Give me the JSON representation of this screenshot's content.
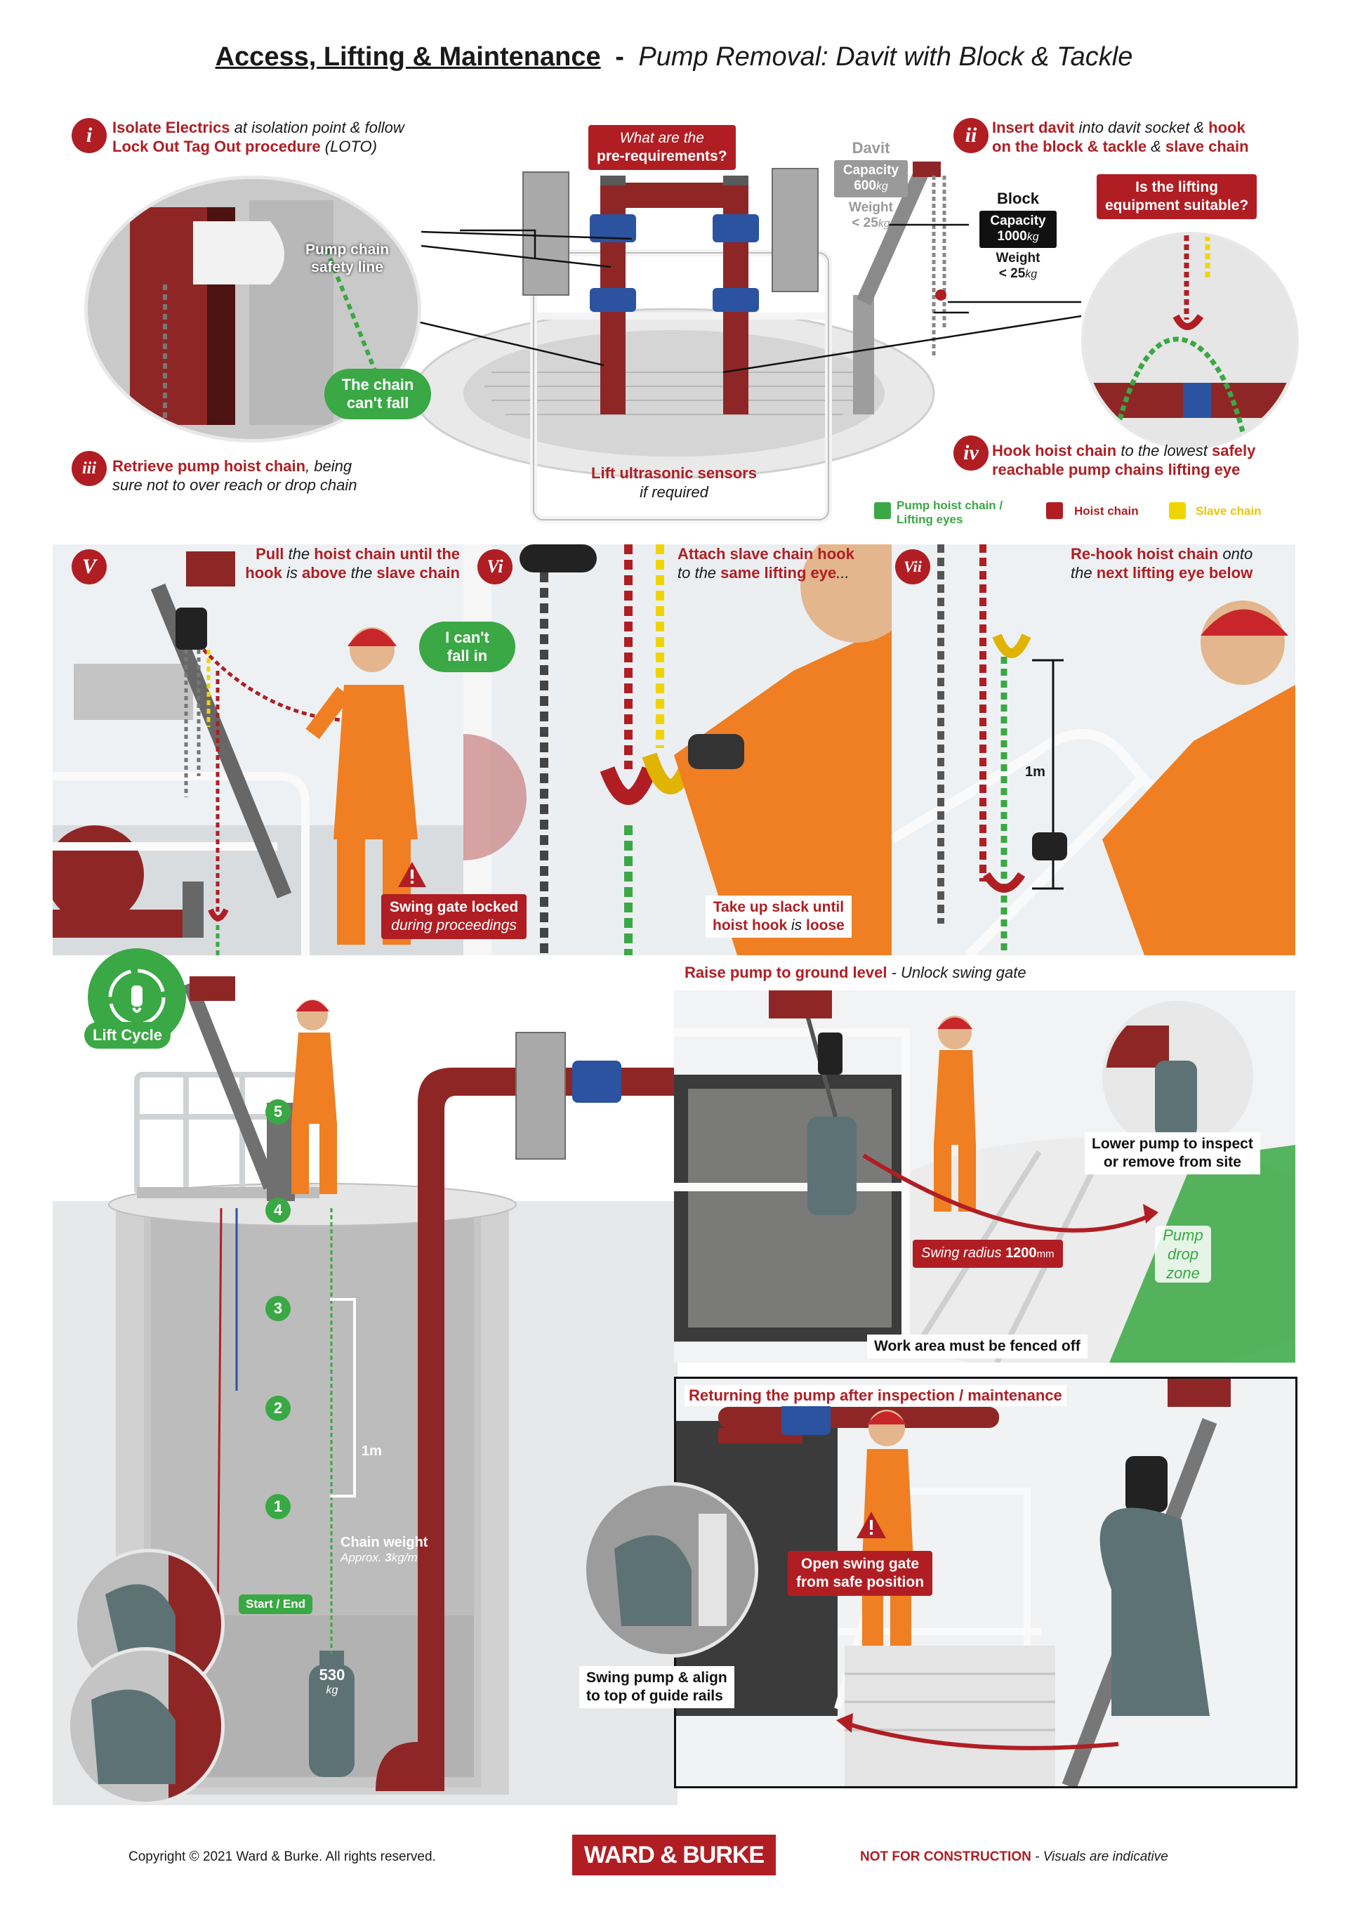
{
  "title": {
    "main": "Access, Lifting & Maintenance",
    "dash": "-",
    "sub": "Pump Removal: Davit with Block & Tackle"
  },
  "steps": {
    "i": {
      "badge": "i",
      "line1_red": "Isolate Electrics",
      "line1_rest": " at isolation point & follow",
      "line2_red": "Lock Out Tag Out procedure",
      "line2_rest": " (LOTO)"
    },
    "ii": {
      "badge": "ii",
      "line1_red": "Insert davit",
      "line1_mid": " into davit socket & ",
      "line1_red2": "hook",
      "line2_red": "on the block & tackle",
      "line2_mid": " & ",
      "line2_red2": "slave chain"
    },
    "iii": {
      "badge": "iii",
      "line1_red": "Retrieve pump hoist chain",
      "line1_rest": ", being",
      "line2": "sure not to over reach or drop chain"
    },
    "iv": {
      "badge": "iv",
      "line1_red": "Hook hoist chain",
      "line1_rest": " to the lowest ",
      "line1_red2": "safely",
      "line2_red": "reachable pump chains lifting eye"
    },
    "v": {
      "badge": "V",
      "line1_red": "Pull",
      "line1_mid": " the ",
      "line1_red2": "hoist chain until the",
      "line2_red": "hook",
      "line2_mid": " is ",
      "line2_red2": "above",
      "line2_mid2": " the ",
      "line2_red3": "slave chain"
    },
    "vi": {
      "badge": "Vi",
      "line1_red": "Attach slave chain hook",
      "line2_pre": "to the ",
      "line2_red": "same lifting eye",
      "line2_post": "..."
    },
    "vii": {
      "badge": "Vii",
      "line1_red": "Re-hook hoist chain",
      "line1_rest": " onto",
      "line2_pre": "the ",
      "line2_red": "next lifting eye below"
    }
  },
  "callouts": {
    "prereq_line1": "What are the",
    "prereq_line2": "pre-requirements?",
    "suitable_line1": "Is the lifting",
    "suitable_line2": "equipment suitable?",
    "davit_label": "Davit",
    "davit_capacity_label": "Capacity",
    "davit_capacity_num": "600",
    "davit_capacity_unit": "kg",
    "davit_weight_label": "Weight",
    "davit_weight_val": "< 25",
    "davit_weight_unit": "kg",
    "block_label": "Block",
    "block_capacity_label": "Capacity",
    "block_capacity_num": "1000",
    "block_capacity_unit": "kg",
    "block_weight_label": "Weight",
    "block_weight_val": "< 25",
    "block_weight_unit": "kg",
    "safety_line1": "Pump chain",
    "safety_line2": "safety line",
    "chain_cant_fall1": "The chain",
    "chain_cant_fall2": "can't fall",
    "sensors_line1": "Lift ultrasonic sensors",
    "sensors_line2": "if required",
    "i_cant_fall1": "I can't",
    "i_cant_fall2": "fall in",
    "swing_gate_line1": "Swing gate locked",
    "swing_gate_line2": "during proceedings",
    "slack_line1": "Take up slack until",
    "slack_line2_a": "hoist hook",
    "slack_line2_b": " is ",
    "slack_line2_c": "loose",
    "one_m_vii": "1m",
    "lift_cycle": "Lift Cycle",
    "one_m_main": "1m",
    "chain_weight_title": "Chain weight",
    "chain_weight_sub_a": "Approx.",
    "chain_weight_sub_num": "3",
    "chain_weight_sub_unit": "kg/m",
    "start_end": "Start / End",
    "pump_weight": "530",
    "pump_weight_unit": "kg",
    "raise_title": "Raise pump to ground level",
    "raise_rest": " - Unlock swing gate",
    "lower_pump_line1": "Lower pump to inspect",
    "lower_pump_line2": "or remove from site",
    "drop_zone1": "Pump",
    "drop_zone2": "drop",
    "drop_zone3": "zone",
    "swing_radius_a": "Swing radius ",
    "swing_radius_num": "1200",
    "swing_radius_unit": "mm",
    "fenced": "Work area must be fenced off",
    "returning_title": "Returning the pump after inspection / maintenance",
    "open_gate1": "Open swing gate",
    "open_gate2": "from safe position",
    "swing_align1": "Swing pump & align",
    "swing_align2": "to top of guide rails"
  },
  "legend": {
    "pump_chain_line1": "Pump hoist chain /",
    "pump_chain_line2": "Lifting eyes",
    "hoist_chain": "Hoist chain",
    "slave_chain": "Slave chain",
    "colors": {
      "green": "#3aa844",
      "red": "#b01e23",
      "yellow": "#f0d400"
    }
  },
  "lift_positions": [
    "5",
    "4",
    "3",
    "2",
    "1"
  ],
  "footer": {
    "copyright": "Copyright © 2021 Ward & Burke. All rights reserved.",
    "logo": "WARD & BURKE",
    "not_for_construction": "NOT FOR CONSTRUCTION",
    "visuals": " - Visuals are indicative"
  },
  "colors": {
    "accent": "#b01e23",
    "green": "#3aa844",
    "yellow": "#f0d400",
    "dark": "#111111"
  }
}
